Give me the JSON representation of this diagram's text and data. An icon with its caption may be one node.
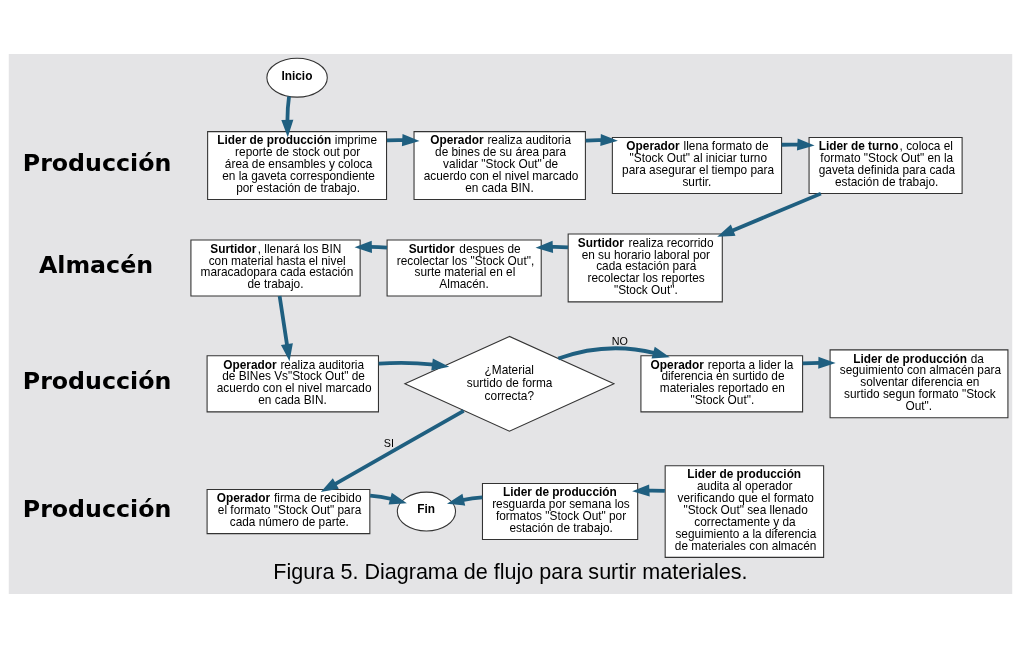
{
  "diagram": {
    "caption": "Figura 5. Diagrama de flujo para surtir materiales.",
    "nodes": [
      {
        "text": [
          "Inicio"
        ]
      },
      {
        "text": [
          "**Lider de producción** imprime reporte de stock out por área de ensambles y coloca en la gaveta correspondiente por estación de trabajo."
        ]
      },
      {
        "text": [
          "**Operador** realiza auditoria de bines de su área para validar \"Stock Out\" de acuerdo con el nivel marcado en cada BIN."
        ]
      },
      {
        "text": [
          "**Operador** llena formato de \"Stock Out\" al iniciar turno para asegurar el tiempo para surtir."
        ]
      },
      {
        "text": [
          "**Lider de turno**, coloca el formato \"Stock Out\" en la gaveta definida para cada estación de trabajo."
        ]
      },
      {
        "text": [
          "**Surtidor** realiza recorrido en su horario laboral por cada estación para recolectar los reportes \"Stock Out\"."
        ]
      },
      {
        "text": [
          "**Surtidor** despues de recolectar los \"Stock Out\", surte material en el Almacén."
        ]
      },
      {
        "text": [
          "**Surtidor**, llenará los BIN con material hasta el nivel maracadopara cada estación de trabajo."
        ]
      },
      {
        "text": [
          "**Operador** realiza auditoria de BINes Vs\"Stock Out\" de acuerdo con el nivel marcado en cada BIN."
        ]
      },
      {
        "text": [
          "¿Material surtido de forma correcta?"
        ]
      },
      {
        "text": [
          "**Operador** reporta a lider la diferencia en surtido de materiales reportado en \"Stock Out\"."
        ]
      },
      {
        "text": [
          "**Lider de producción** da seguimiento con almacén para solventar diferencia en surtido segun formato \"Stock Out\"."
        ]
      },
      {
        "text": [
          "**Operador** firma de recibido el formato \"Stock Out\" para cada número de parte."
        ]
      },
      {
        "text": [
          "Fin"
        ]
      },
      {
        "text": [
          "Lider de producción",
          "resguarda por semana los formatos \"Stock Out\" por estación de trabajo."
        ]
      },
      {
        "text": [
          "Lider de producción",
          "audita al operador verificando que el formato \"Stock Out\" sea llenado correctamente y da seguimiento a la diferencia de materiales con almacén"
        ]
      }
    ],
    "edges": [
      {
        "from": 0,
        "to": 1,
        "arrow": "to"
      },
      {
        "from": 1,
        "to": 2,
        "arrow": "to"
      },
      {
        "from": 2,
        "to": 3,
        "arrow": "to"
      },
      {
        "from": 3,
        "to": 4,
        "arrow": "to"
      },
      {
        "from": 4,
        "to": 5,
        "arrow": "to"
      },
      {
        "from": 5,
        "to": 6,
        "arrow": "to"
      },
      {
        "from": 6,
        "to": 7,
        "arrow": "to"
      },
      {
        "from": 7,
        "to": 8,
        "arrow": "to"
      },
      {
        "from": 8,
        "to": 9,
        "arrow": "to"
      },
      {
        "from": 9,
        "to": 10,
        "label": "NO",
        "arrow": "to"
      },
      {
        "from": 10,
        "to": 11,
        "arrow": "to"
      },
      {
        "from": 9,
        "to": 12,
        "label": "SI",
        "arrow": "to"
      },
      {
        "from": 12,
        "to": 13,
        "arrow": "to"
      },
      {
        "from": 15,
        "to": 14,
        "arrow": "to"
      },
      {
        "from": 14,
        "to": 13,
        "arrow": "to"
      }
    ],
    "labels": [
      "Producción",
      "Almacén",
      "Producción",
      "Producción"
    ]
  }
}
